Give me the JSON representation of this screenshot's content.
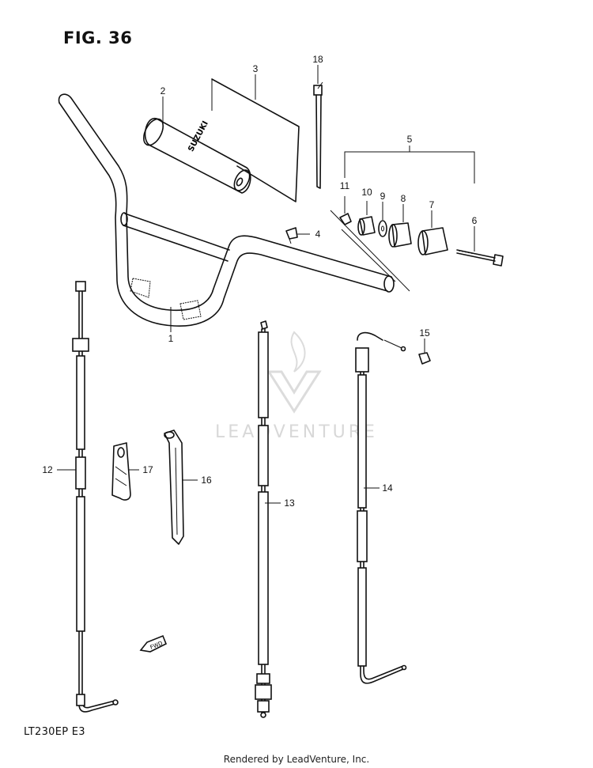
{
  "figure": {
    "title": "FIG. 36",
    "model_code": "LT230EP  E3"
  },
  "watermark": {
    "text": "LEADVENTURE"
  },
  "footer": {
    "text": "Rendered by LeadVenture, Inc."
  },
  "grip_text": "SUZUKI",
  "callouts": {
    "c1": "1",
    "c2": "2",
    "c3": "3",
    "c4": "4",
    "c5": "5",
    "c6": "6",
    "c7": "7",
    "c8": "8",
    "c9": "9",
    "c10": "10",
    "c11": "11",
    "c12": "12",
    "c13": "13",
    "c14": "14",
    "c15": "15",
    "c16": "16",
    "c17": "17",
    "c18": "18"
  },
  "fwd_label": "FWD",
  "colors": {
    "line": "#111111",
    "watermark": "#d8d8d8",
    "background": "#ffffff"
  }
}
